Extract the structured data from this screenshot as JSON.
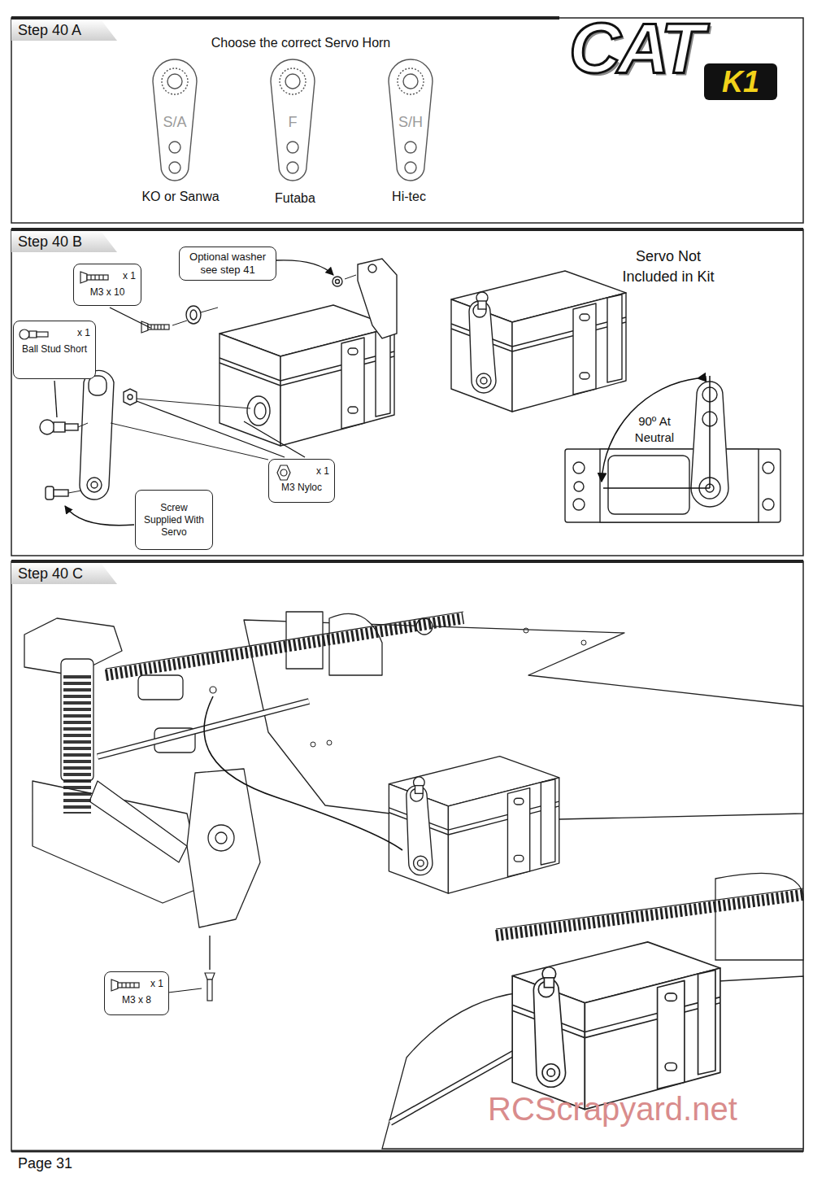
{
  "diagram": {
    "nodes": [
      {
        "text": [
          "Step 40 A"
        ]
      },
      {
        "text": [
          "Step 40 B"
        ]
      },
      {
        "text": [
          "Optional washer see step 41"
        ]
      },
      {
        "text": [
          "x 1",
          "M3 x 10"
        ]
      },
      {
        "text": [
          "x 1",
          "Ball Stud Short"
        ]
      },
      {
        "text": [
          "x 1",
          "M3 Nyloc"
        ]
      },
      {
        "text": [
          "Screw Supplied With Servo"
        ]
      },
      {
        "text": [
          "Step 40 C"
        ]
      },
      {
        "text": [
          "x 1",
          "M3 x 8"
        ]
      }
    ],
    "labels": [
      "CAT",
      "K1",
      "Choose the correct Servo Horn",
      "S/A",
      "F",
      "S/H",
      "KO or Sanwa",
      "Futaba",
      "Hi-tec",
      "Servo Not Included in Kit",
      "90º At Neutral",
      "Page 31",
      "RCScrapyard.net"
    ]
  }
}
